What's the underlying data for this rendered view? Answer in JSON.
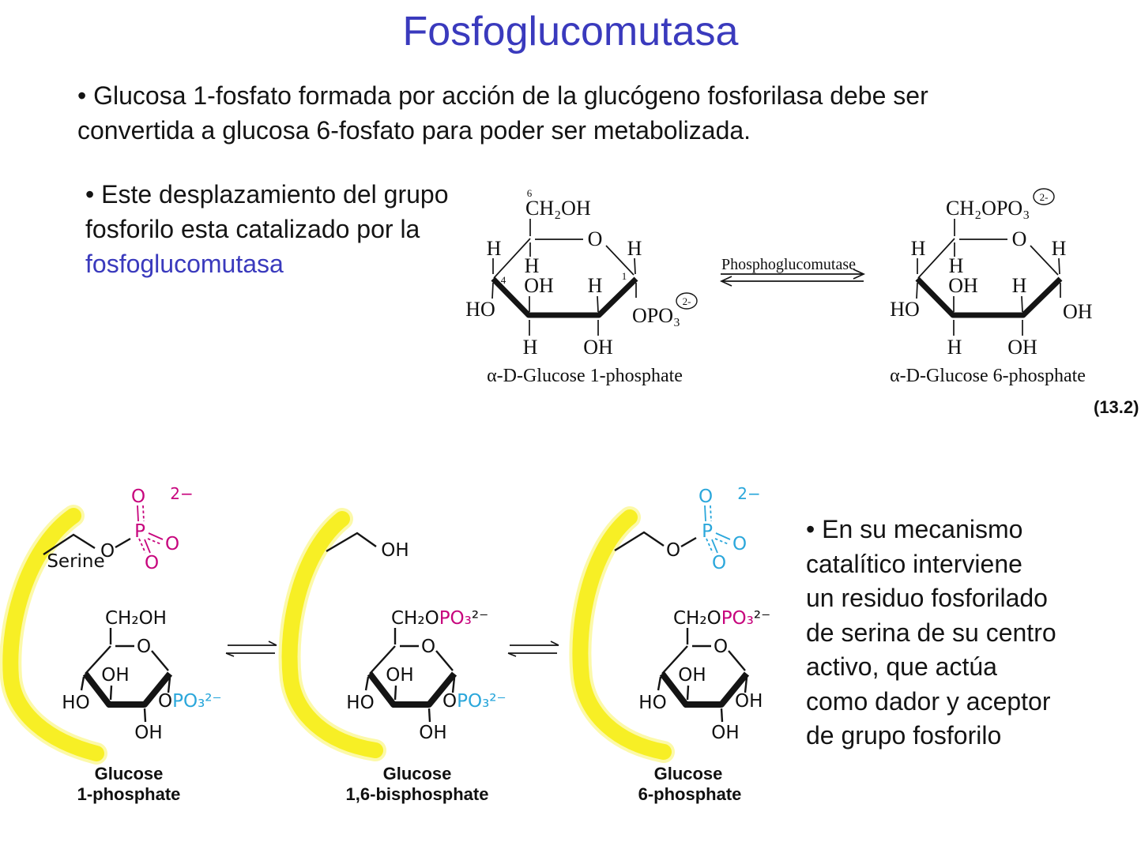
{
  "slide": {
    "title": "Fosfoglucomutasa",
    "bullet1_lines": [
      "• Glucosa 1-fosfato formada por acción de la glucógeno fosforilasa debe ser",
      "convertida a glucosa 6-fosfato para poder ser metabolizada."
    ],
    "bullet2_lines": [
      "• Este desplazamiento del grupo",
      "fosforilo esta catalizado por la"
    ],
    "bullet2_highlight": "fosfoglucomutasa",
    "bullet3_lines": [
      "• En su mecanismo",
      "catalítico interviene",
      "un residuo fosforilado",
      "de serina de su centro",
      "activo, que actúa",
      "como dador y aceptor",
      "de grupo fosforilo"
    ],
    "equation_number": "(13.2)"
  },
  "colors": {
    "title_blue": "#3a3abd",
    "magenta": "#c7057d",
    "cyan": "#2ba7db",
    "yellow": "#f7ee1e"
  },
  "atoms": {
    "h": "H",
    "o": "O",
    "oh": "OH",
    "ho": "HO",
    "p": "P",
    "charge_sup": "2−",
    "charge_circ": "2-"
  },
  "top_figure": {
    "enzyme": "Phosphoglucomutase",
    "glucose1p": {
      "num6": "6",
      "c6": "CH₂OH",
      "num4": "4",
      "num1": "1",
      "c1": "OPO₃",
      "name": "α-D-Glucose 1-phosphate"
    },
    "glucose6p": {
      "c6": "CH₂OPO₃",
      "c1": "OH",
      "name": "α-D-Glucose 6-phosphate"
    }
  },
  "bottom_figure": {
    "serine": "Serine",
    "g1": {
      "top": "CH₂OH",
      "c1_po3": "PO₃²⁻",
      "label1": "Glucose",
      "label2": "1-phosphate"
    },
    "g2": {
      "top_prefix": "CH₂O",
      "top_po3": "PO₃",
      "top_charge": "²⁻",
      "c1_po3": "PO₃²⁻",
      "label1": "Glucose",
      "label2": "1,6-bisphosphate"
    },
    "g3": {
      "top_prefix": "CH₂O",
      "top_po3": "PO₃",
      "top_charge": "²⁻",
      "c1_oh": "OH",
      "label1": "Glucose",
      "label2": "6-phosphate"
    }
  }
}
